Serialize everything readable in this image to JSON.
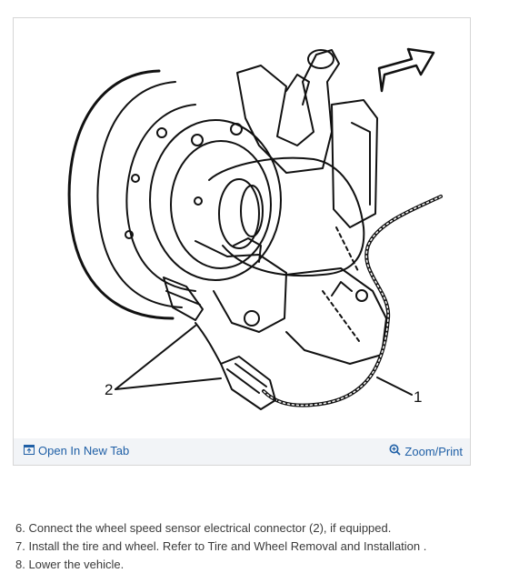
{
  "figure": {
    "callouts": {
      "connector": "2",
      "sensor": "1"
    },
    "toolbar": {
      "open_tab_label": "Open In New Tab",
      "zoom_label": "Zoom/Print",
      "open_tab_icon": "open-in-new-tab-icon",
      "zoom_icon": "magnifier-zoom-icon",
      "link_color": "#1f5fa6",
      "bar_color": "#f2f4f7"
    }
  },
  "steps": [
    "6. Connect the wheel speed sensor electrical connector (2), if equipped.",
    "7. Install the tire and wheel. Refer to Tire and Wheel Removal and Installation .",
    "8. Lower the vehicle."
  ]
}
